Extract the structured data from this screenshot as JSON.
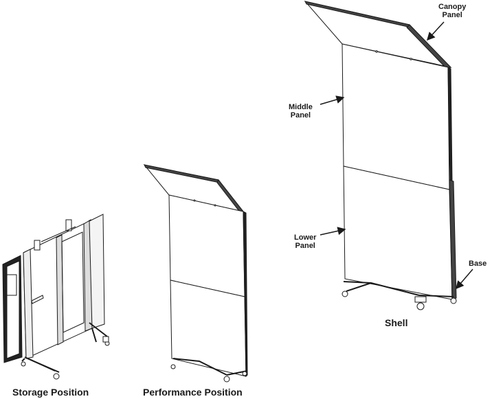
{
  "captions": {
    "storage": "Storage Position",
    "performance": "Performance Position",
    "shell": "Shell"
  },
  "callouts": {
    "canopy": [
      "Canopy",
      "Panel"
    ],
    "middle": [
      "Middle",
      "Panel"
    ],
    "lower": [
      "Lower",
      "Panel"
    ],
    "base": "Base"
  },
  "colors": {
    "line": "#1a1a1a",
    "panel_fill": "#ffffff",
    "edge_dark": "#333333"
  }
}
